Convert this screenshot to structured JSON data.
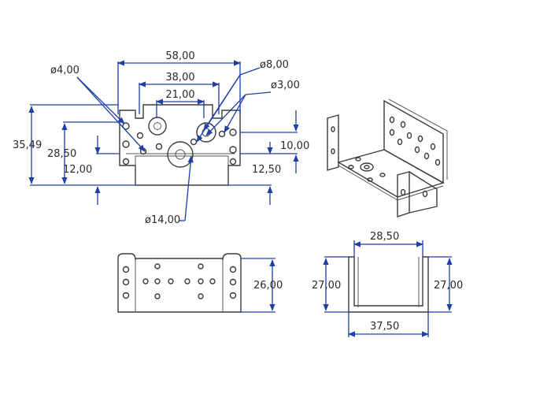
{
  "front_view": {
    "width_overall": "58,00",
    "width_mid": "38,00",
    "width_inner": "21,00",
    "height_overall": "35,49",
    "height_holes": "28,50",
    "height_low": "12,00",
    "height_right_low": "12,50",
    "height_right_holes": "10,00",
    "hole_dia_small": "ø4,00",
    "hole_dia_mid": "ø8,00",
    "hole_dia_tiny": "ø3,00",
    "hole_dia_large": "ø14,00"
  },
  "side_view": {
    "height": "26,00"
  },
  "end_view": {
    "inner_width": "28,50",
    "left_height": "27,00",
    "right_height": "27,00",
    "base_width": "37,50"
  },
  "colors": {
    "dimension": "#1d3fa6",
    "outline": "#3b3b3b"
  }
}
